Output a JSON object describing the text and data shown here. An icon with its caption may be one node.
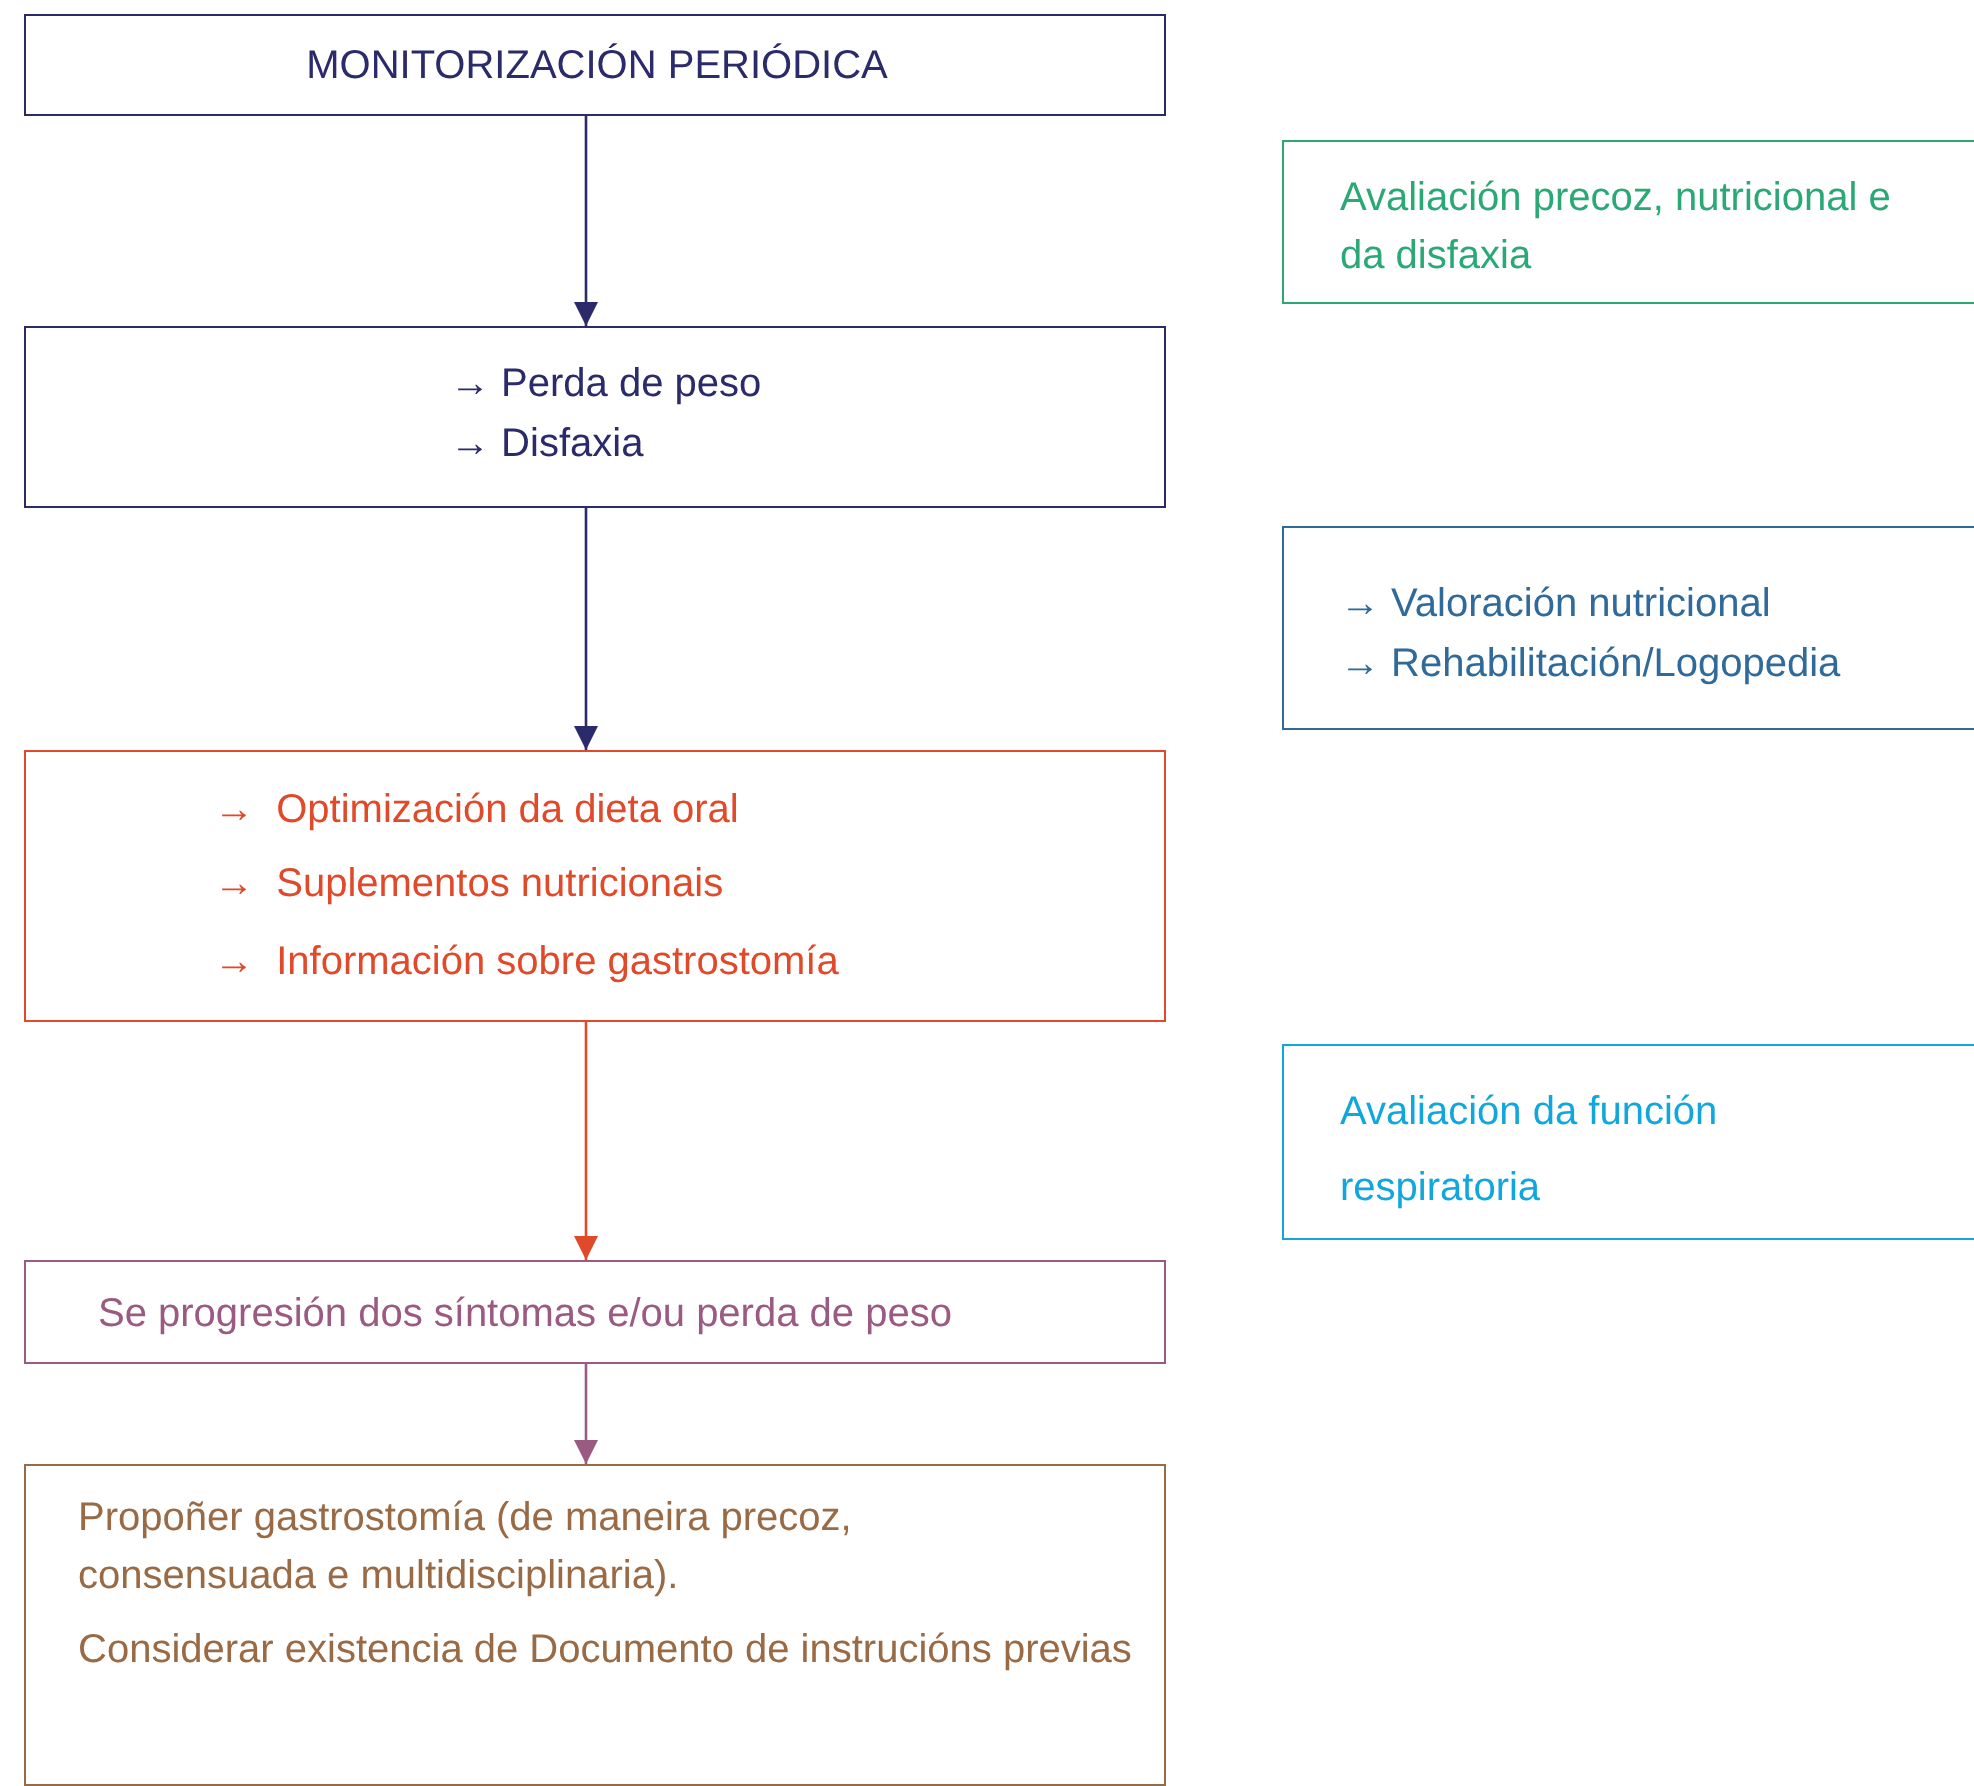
{
  "diagram": {
    "nodes": [
      {
        "text": [
          "MONITORIZACIÓN PERIÓDICA"
        ]
      },
      {
        "text": [
          "Avaliación precoz, nutricional e da disfaxia"
        ]
      },
      {
        "text": [
          "→ Perda de peso",
          "→ Disfaxia"
        ]
      },
      {
        "text": [
          "→ Valoración nutricional",
          "→ Rehabilitación/Logopedia"
        ]
      },
      {
        "text": [
          "→  Optimización da dieta oral",
          "→  Suplementos nutricionais",
          "→  Información sobre gastrostomía"
        ]
      },
      {
        "text": [
          "Avaliación da función respiratoria"
        ]
      },
      {
        "text": [
          "Se progresión dos síntomas e/ou perda de peso"
        ]
      },
      {
        "text": [
          "Propoñer gastrostomía (de maneira precoz, consensuada e multidisciplinaria).",
          "Considerar existencia de Documento de instrucións previas"
        ]
      }
    ],
    "edges": [
      {
        "from": 0,
        "to": 2,
        "arrow": "to"
      },
      {
        "from": 2,
        "to": 4,
        "arrow": "to"
      },
      {
        "from": 4,
        "to": 6,
        "arrow": "to",
        "color": "#e04a2a"
      },
      {
        "from": 6,
        "to": 7,
        "arrow": "to",
        "color": "#9b5a82"
      }
    ]
  }
}
